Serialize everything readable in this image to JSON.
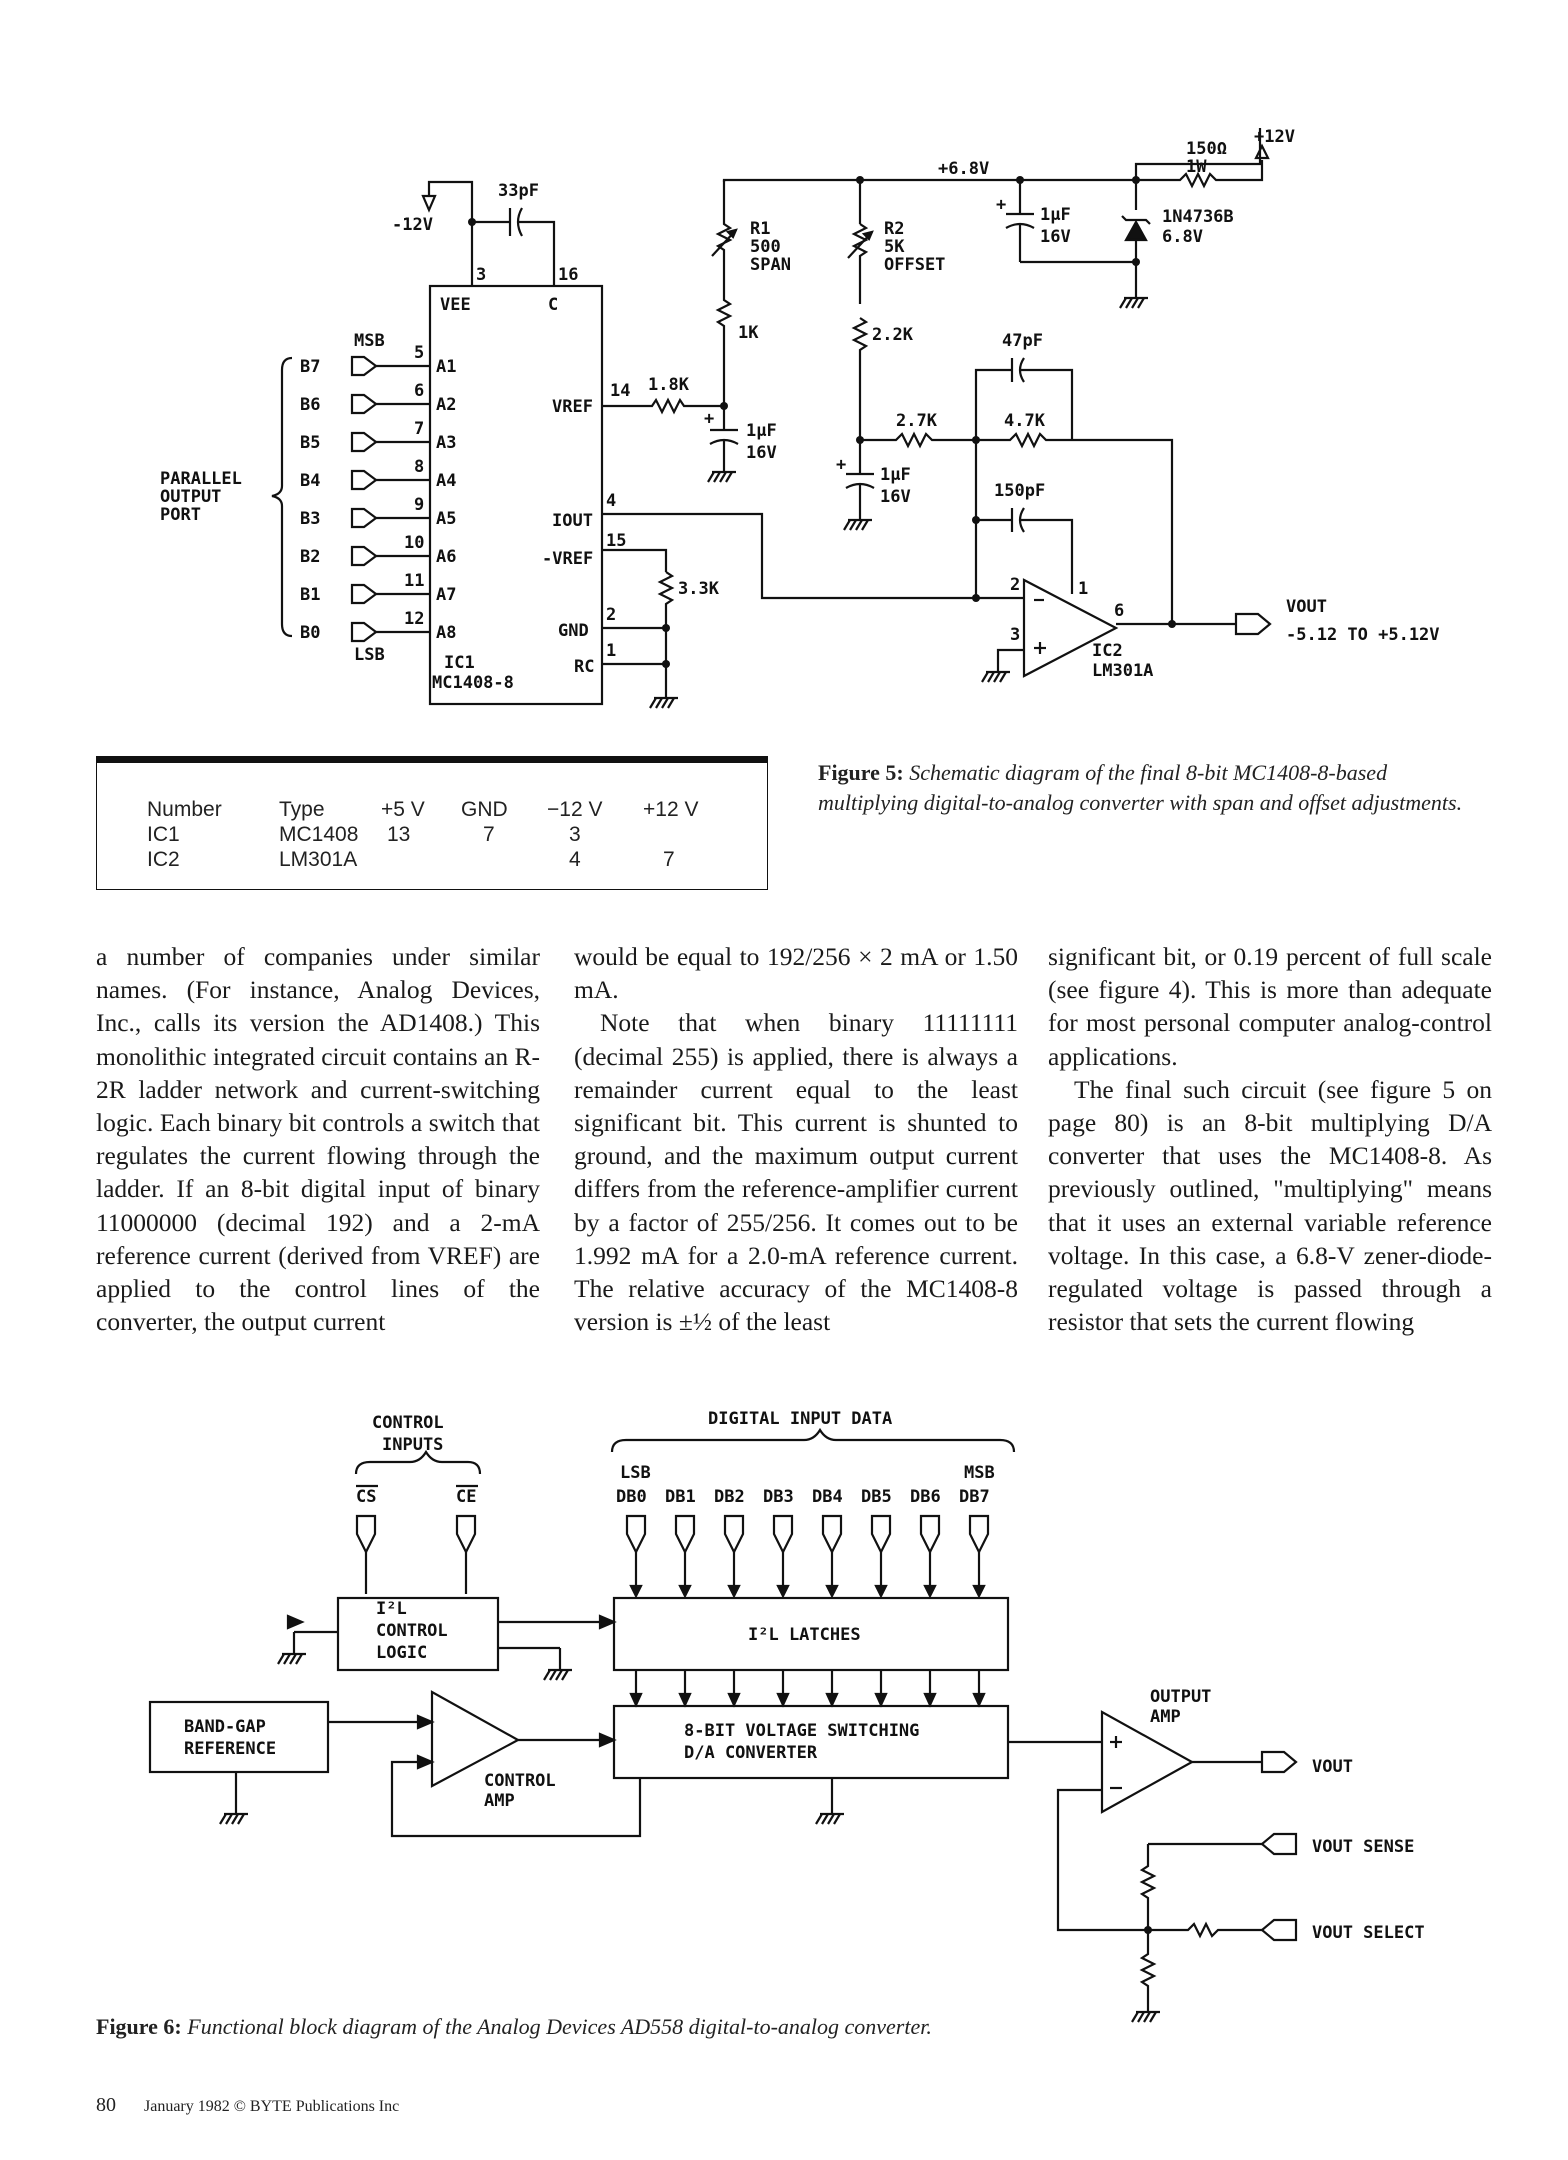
{
  "figure5": {
    "labels": {
      "cap33": "33pF",
      "neg12": "-12V",
      "pin3": "3",
      "pin16": "16",
      "vee": "VEE",
      "c": "C",
      "msb": "MSB",
      "lsb": "LSB",
      "parallel": "PARALLEL",
      "output": "OUTPUT",
      "port": "PORT",
      "vref": "VREF",
      "iout": "IOUT",
      "negvref": "-VREF",
      "gnd": "GND",
      "rc": "RC",
      "ic1": "IC1",
      "ic1part": "MC1408-8",
      "pin14": "14",
      "pin4": "4",
      "pin15": "15",
      "pin2": "2",
      "pin1": "1",
      "r18k": "1.8K",
      "r1": "R1",
      "r1val": "500",
      "r1span": "SPAN",
      "r1k": "1K",
      "cap1uf_a": "1µF",
      "v16_a": "16V",
      "r33k": "3.3K",
      "rail68": "+6.8V",
      "r2": "R2",
      "r2val": "5K",
      "r2off": "OFFSET",
      "r22k": "2.2K",
      "r27k": "2.7K",
      "cap1uf_b": "1µF",
      "v16_b": "16V",
      "cap1uf_c": "1µF",
      "v16_c": "16V",
      "zener": "1N4736B",
      "zener_v": "6.8V",
      "r150": "150Ω",
      "r150w": "1W",
      "plus12": "+12V",
      "cap47": "47pF",
      "r47k": "4.7K",
      "cap150": "150pF",
      "op_pin2": "2",
      "op_pin3": "3",
      "op_pin1": "1",
      "op_pin6": "6",
      "ic2": "IC2",
      "ic2part": "LM301A",
      "vout": "VOUT",
      "range": "-5.12 TO +5.12V"
    },
    "bits": [
      {
        "name": "B7",
        "pin": "5",
        "a": "A1"
      },
      {
        "name": "B6",
        "pin": "6",
        "a": "A2"
      },
      {
        "name": "B5",
        "pin": "7",
        "a": "A3"
      },
      {
        "name": "B4",
        "pin": "8",
        "a": "A4"
      },
      {
        "name": "B3",
        "pin": "9",
        "a": "A5"
      },
      {
        "name": "B2",
        "pin": "10",
        "a": "A6"
      },
      {
        "name": "B1",
        "pin": "11",
        "a": "A7"
      },
      {
        "name": "B0",
        "pin": "12",
        "a": "A8"
      }
    ]
  },
  "pin_table": {
    "headers": [
      "Number",
      "Type",
      "+5 V",
      "GND",
      "−12 V",
      "+12 V"
    ],
    "rows": [
      [
        "IC1",
        "MC1408",
        "13",
        "7",
        "3",
        ""
      ],
      [
        "IC2",
        "LM301A",
        "",
        "",
        "4",
        "7"
      ]
    ]
  },
  "figure5_caption": {
    "label": "Figure 5:",
    "text": "Schematic diagram of the final 8-bit MC1408-8-based multiplying digital-to-analog converter with span and offset adjustments."
  },
  "body": {
    "col1": "a number of companies under similar names. (For instance, Analog Devices, Inc., calls its version the AD1408.) This monolithic integrated circuit contains an R-2R ladder network and current-switching logic. Each binary bit controls a switch that regulates the current flowing through the ladder. If an 8-bit digital input of binary 11000000 (decimal 192) and a 2-mA reference current (derived from VREF) are applied to the control lines of the converter, the output current",
    "col2_p1": "would be equal to 192/256 × 2 mA or 1.50 mA.",
    "col2_p2": "Note that when binary 11111111 (decimal 255) is applied, there is always a remainder current equal to the least significant bit. This current is shunted to ground, and the maximum output current differs from the reference-amplifier current by a factor of 255/256. It comes out to be 1.992 mA for a 2.0-mA reference current. The relative accuracy of the MC1408-8 version is ±½ of the least",
    "col3_p1": "significant bit, or 0.19 percent of full scale (see figure 4). This is more than adequate for most personal computer analog-control applications.",
    "col3_p2": "The final such circuit (see figure 5 on page 80) is an 8-bit multiplying D/A converter that uses the MC1408-8. As previously outlined, \"multiplying\" means that it uses an external variable reference voltage. In this case, a 6.8-V zener-diode-regulated voltage is passed through a resistor that sets the current flowing"
  },
  "figure6": {
    "labels": {
      "control_inputs_1": "CONTROL",
      "control_inputs_2": "INPUTS",
      "cs": "CS",
      "ce": "CE",
      "digital_input": "DIGITAL INPUT DATA",
      "lsb": "LSB",
      "msb": "MSB",
      "i2l_ctrl_1": "I²L",
      "i2l_ctrl_2": "CONTROL",
      "i2l_ctrl_3": "LOGIC",
      "latches": "I²L LATCHES",
      "bandgap_1": "BAND-GAP",
      "bandgap_2": "REFERENCE",
      "ctrl_amp_1": "CONTROL",
      "ctrl_amp_2": "AMP",
      "dac_1": "8-BIT VOLTAGE SWITCHING",
      "dac_2": "D/A CONVERTER",
      "out_amp_1": "OUTPUT",
      "out_amp_2": "AMP",
      "vout": "VOUT",
      "vout_sense": "VOUT SENSE",
      "vout_select": "VOUT SELECT"
    },
    "data_bits": [
      "DB0",
      "DB1",
      "DB2",
      "DB3",
      "DB4",
      "DB5",
      "DB6",
      "DB7"
    ]
  },
  "figure6_caption": {
    "label": "Figure 6:",
    "text": "Functional block diagram of the Analog Devices AD558 digital-to-analog converter."
  },
  "footer": {
    "page": "80",
    "text": "January 1982 © BYTE Publications Inc"
  }
}
